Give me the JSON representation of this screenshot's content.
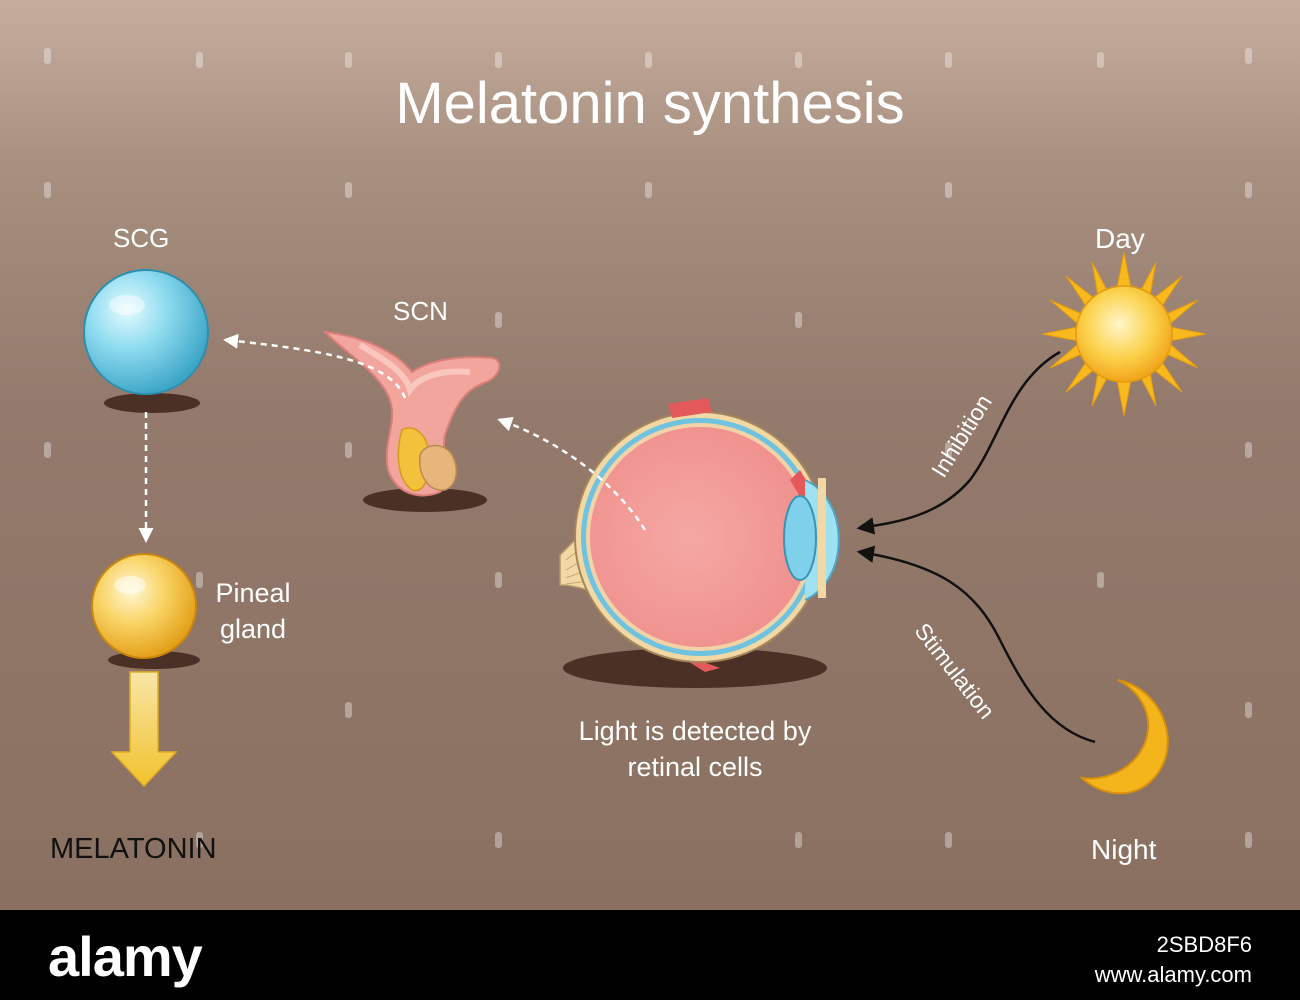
{
  "title": "Melatonin synthesis",
  "labels": {
    "scg": "SCG",
    "scn": "SCN",
    "day": "Day",
    "night": "Night",
    "inhibition": "Inhibition",
    "stimulation": "Stimulation",
    "pineal": "Pineal gland",
    "light": "Light is detected by retinal cells",
    "melatonin": "MELATONIN"
  },
  "watermark": "alamy",
  "footer": {
    "logo": "alamy",
    "image_id": "2SBD8F6",
    "site": "www.alamy.com"
  },
  "colors": {
    "scg_sphere": "#7fd3ec",
    "pineal_sphere": "#f5c23a",
    "eye_body": "#f29a9a",
    "scn_tissue": "#f3a8a0",
    "sun": "#f7b91d",
    "moon": "#f4b51c",
    "melatonin_arrow": "#f2c341"
  }
}
